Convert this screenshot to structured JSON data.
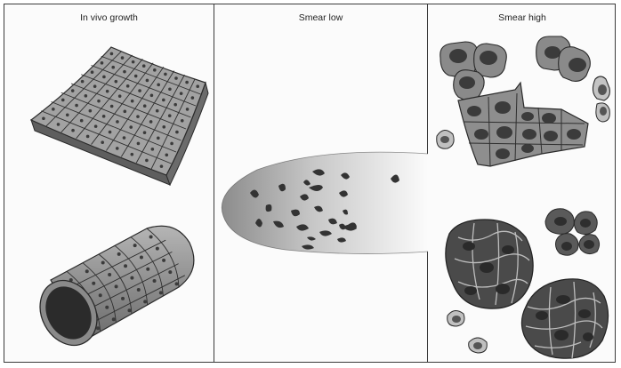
{
  "panels": [
    {
      "title": "In vivo growth"
    },
    {
      "title": "Smear low"
    },
    {
      "title": "Smear high"
    }
  ],
  "colors": {
    "cell_fill": "#9a9a9a",
    "cell_dark": "#555555",
    "nucleus": "#3b3b3b",
    "line": "#2a2a2a",
    "border": "#3a3a3a"
  }
}
